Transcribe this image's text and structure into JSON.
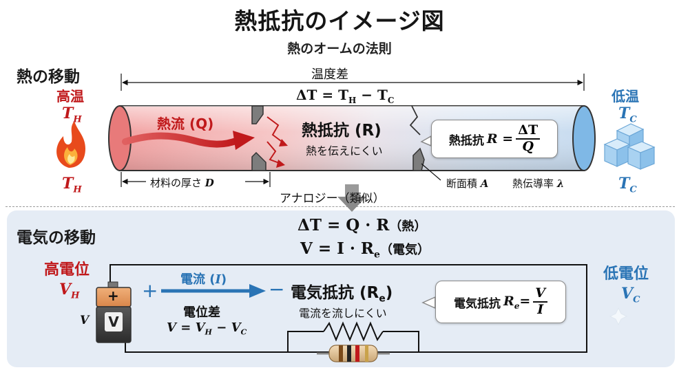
{
  "title": "熱抵抗のイメージ図",
  "subtitle": "熱のオームの法則",
  "heat": {
    "section_title": "熱の移動",
    "hot_label": "高温",
    "hot_symbol": "T",
    "hot_sub": "H",
    "cold_label": "低温",
    "cold_symbol": "T",
    "cold_sub": "C",
    "temp_diff_label": "温度差",
    "temp_diff_formula": "ΔT = T",
    "temp_diff_h": "H",
    "temp_diff_mid": " − T",
    "temp_diff_c": "C",
    "flow_label": "熱流 (Q)",
    "resistance_label": "熱抵抗 (R)",
    "resistance_desc": "熱を伝えにくい",
    "callout_text": "熱抵抗 ",
    "callout_lhs": "R =",
    "callout_num": "ΔT",
    "callout_den": "Q",
    "thickness_label": "材料の厚さ ",
    "thickness_symbol": "D",
    "area_label": "断面積 ",
    "area_symbol": "A",
    "conductivity_label": "熱伝導率 ",
    "conductivity_symbol": "λ"
  },
  "analogy": {
    "label": "アナロジー（類似）",
    "eq1": "ΔT = Q · R",
    "eq1_note": "（熱）",
    "eq2_main": "V  = I · R",
    "eq2_sub": "e",
    "eq2_note": "（電気）"
  },
  "electric": {
    "section_title": "電気の移動",
    "high_label": "高電位",
    "high_symbol": "V",
    "high_sub": "H",
    "low_label": "低電位",
    "low_symbol": "V",
    "low_sub": "C",
    "battery_plus": "+",
    "battery_v": "V",
    "battery_side": "V",
    "plus": "+",
    "minus": "−",
    "current_label": "電流 (",
    "current_symbol": "I",
    "current_close": ")",
    "potential_label": "電位差",
    "potential_formula": "V = V",
    "potential_h": "H",
    "potential_mid": " − V",
    "potential_c": "C",
    "resistance_label": "電気抵抗 (R",
    "resistance_sub": "e",
    "resistance_close": ")",
    "resistance_desc": "電流を流しにくい",
    "callout_text": "電気抵抗 ",
    "callout_lhs": "R",
    "callout_lhs_sub": "e",
    "callout_eq": "=",
    "callout_num": "V",
    "callout_den": "I"
  },
  "colors": {
    "hot": "#c0191b",
    "cold": "#2a74b5",
    "wire": "#111111",
    "panel": "#e5ecf5"
  }
}
